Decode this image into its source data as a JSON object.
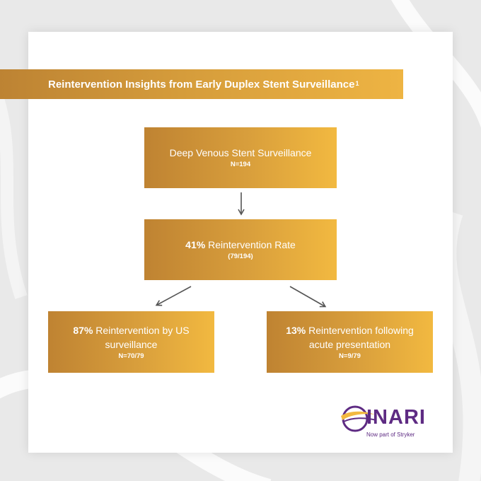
{
  "banner": {
    "title": "Reintervention Insights from Early Duplex Stent Surveillance",
    "superscript": "1"
  },
  "diagram": {
    "surveillance": {
      "label": "Deep Venous Stent Surveillance",
      "sub": "N=194"
    },
    "rate": {
      "pct": "41%",
      "label": " Reintervention Rate",
      "sub": "(79/194)"
    },
    "us": {
      "pct": "87%",
      "label": " Reintervention by US surveillance",
      "sub": "N=70/79"
    },
    "acute": {
      "pct": "13%",
      "label": " Reintervention following acute presentation",
      "sub": "N=9/79"
    }
  },
  "logo": {
    "word": "INARI",
    "tagline": "Now part of Stryker",
    "color": "#5e2b83",
    "accent": "#f2b940"
  },
  "colors": {
    "box_start": "#bf8332",
    "box_end": "#f2b940",
    "arrow": "#555555"
  }
}
